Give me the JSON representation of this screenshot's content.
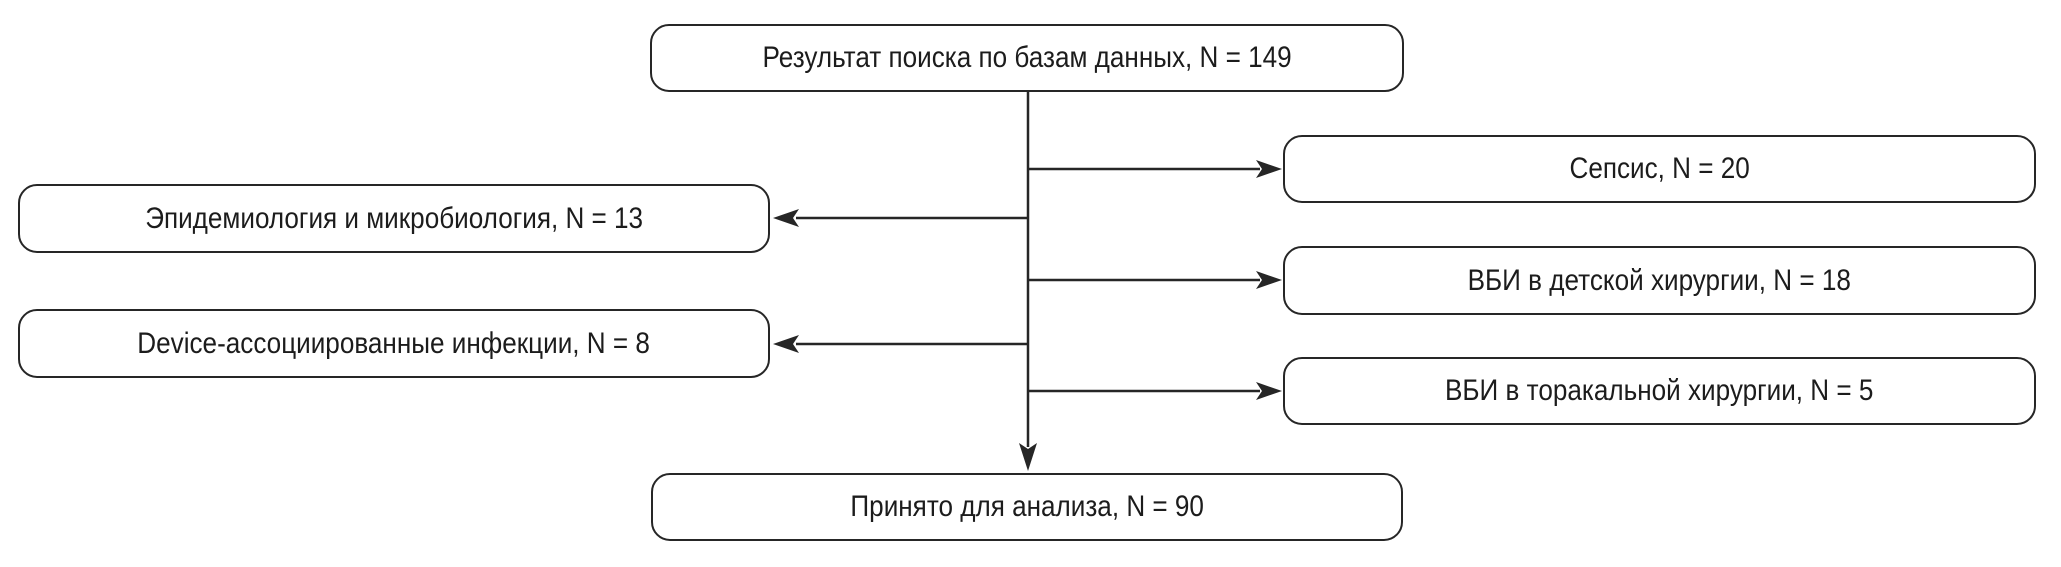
{
  "colors": {
    "line": "#262626",
    "text": "#1c1c1c",
    "background": "#ffffff"
  },
  "diagram": {
    "type": "flowchart",
    "nodes": {
      "search_result": {
        "label": "Результат поиска по базам данных, N = 149"
      },
      "sepsis": {
        "label": "Сепсис, N = 20"
      },
      "epidemiology": {
        "label": "Эпидемиология и микробиология, N = 13"
      },
      "pediatric": {
        "label": "ВБИ в детской хирургии, N = 18"
      },
      "device": {
        "label": "Device-ассоциированные инфекции, N = 8"
      },
      "thoracic": {
        "label": "ВБИ в торакальной хирургии, N = 5"
      },
      "accepted": {
        "label": "Принято для анализа, N = 90"
      }
    },
    "edges": [
      {
        "from": "search_result",
        "to": "sepsis"
      },
      {
        "from": "search_result",
        "to": "epidemiology"
      },
      {
        "from": "search_result",
        "to": "pediatric"
      },
      {
        "from": "search_result",
        "to": "device"
      },
      {
        "from": "search_result",
        "to": "thoracic"
      },
      {
        "from": "search_result",
        "to": "accepted"
      }
    ]
  }
}
